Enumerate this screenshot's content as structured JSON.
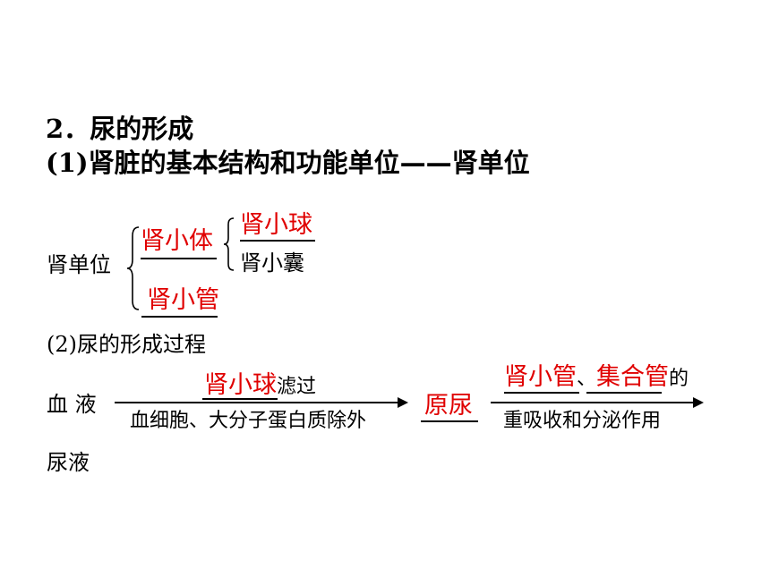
{
  "heading": {
    "number": "2．",
    "title": "尿的形成"
  },
  "subheading": {
    "number": "(1)",
    "text": "肾脏的基本结构和功能单位——肾单位"
  },
  "nephron": {
    "root": "肾单位",
    "renal_corpuscle": "肾小体",
    "glomerulus": "肾小球",
    "capsule": "肾小囊",
    "tubule": "肾小管"
  },
  "process": {
    "title": "(2)尿的形成过程",
    "blood": "血 液",
    "filter_by": "肾小球",
    "filter_suffix": "滤过",
    "filter_note": "血细胞、大分子蛋白质除外",
    "primary_urine": "原尿",
    "reabsorb_1": "肾小管",
    "separator": "、",
    "reabsorb_2": "集合管",
    "reabsorb_suffix": "的",
    "reabsorb_note": "重吸收和分泌作用",
    "urine": "尿液"
  },
  "colors": {
    "answer": "#e00000",
    "text": "#000000"
  }
}
